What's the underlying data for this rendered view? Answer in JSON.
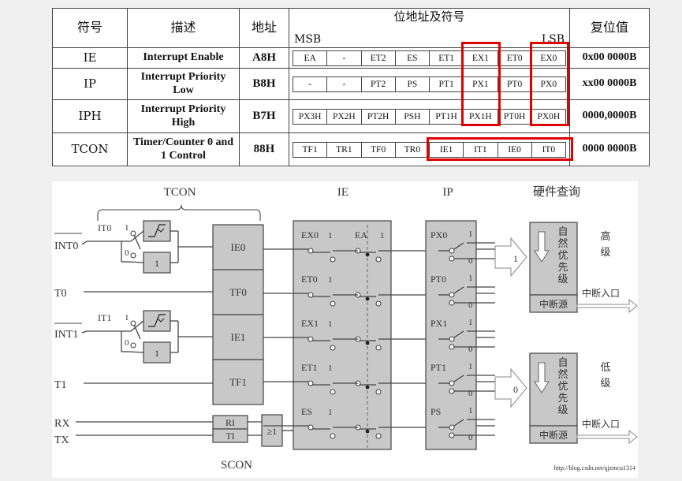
{
  "table": {
    "headers": {
      "symbol": "符号",
      "desc": "描述",
      "addr": "地址",
      "bits": "位地址及符号",
      "msb": "MSB",
      "lsb": "LSB",
      "reset": "复位值"
    },
    "rows": [
      {
        "name": "IE",
        "desc1": "Interrupt Enable",
        "desc2": "",
        "addr": "A8H",
        "bits": [
          "EA",
          "-",
          "ET2",
          "ES",
          "ET1",
          "EX1",
          "ET0",
          "EX0"
        ],
        "reset": "0x00 0000B"
      },
      {
        "name": "IP",
        "desc1": "Interrupt Priority",
        "desc2": "Low",
        "addr": "B8H",
        "bits": [
          "-",
          "-",
          "PT2",
          "PS",
          "PT1",
          "PX1",
          "PT0",
          "PX0"
        ],
        "reset": "xx00 0000B"
      },
      {
        "name": "IPH",
        "desc1": "Interrupt Priority",
        "desc2": "High",
        "addr": "B7H",
        "bits": [
          "PX3H",
          "PX2H",
          "PT2H",
          "PSH",
          "PT1H",
          "PX1H",
          "PT0H",
          "PX0H"
        ],
        "reset": "0000,0000B"
      },
      {
        "name": "TCON",
        "desc1": "Timer/Counter 0 and",
        "desc2": "1 Control",
        "addr": "88H",
        "bits": [
          "TF1",
          "TR1",
          "TF0",
          "TR0",
          "IE1",
          "IT1",
          "IE0",
          "IT0"
        ],
        "reset": "0000 0000B"
      }
    ]
  },
  "diagram": {
    "tcon_label": "TCON",
    "ie_label": "IE",
    "ip_label": "IP",
    "hw_label": "硬件查询",
    "scon_label": "SCON",
    "inputs": [
      "INT0",
      "T0",
      "INT1",
      "T1",
      "RX",
      "TX"
    ],
    "it0": "IT0",
    "it1": "IT1",
    "one": "1",
    "zero": "0",
    "flags": [
      "IE0",
      "TF0",
      "IE1",
      "TF1"
    ],
    "ri": "RI",
    "ti": "TI",
    "or_sym": "≥1",
    "ie_bits": [
      "EX0",
      "ET0",
      "EX1",
      "ET1",
      "ES"
    ],
    "ea": "EA",
    "ip_bits": [
      "PX0",
      "PT0",
      "PX1",
      "PT1",
      "PS"
    ],
    "high": "高",
    "high2": "级",
    "low": "低",
    "low2": "级",
    "natural": [
      "自",
      "然",
      "优",
      "先",
      "级"
    ],
    "source": "中断源",
    "entry": "中断入口",
    "watermark": "http://blog.csdn.net/qjzmcu1314"
  }
}
